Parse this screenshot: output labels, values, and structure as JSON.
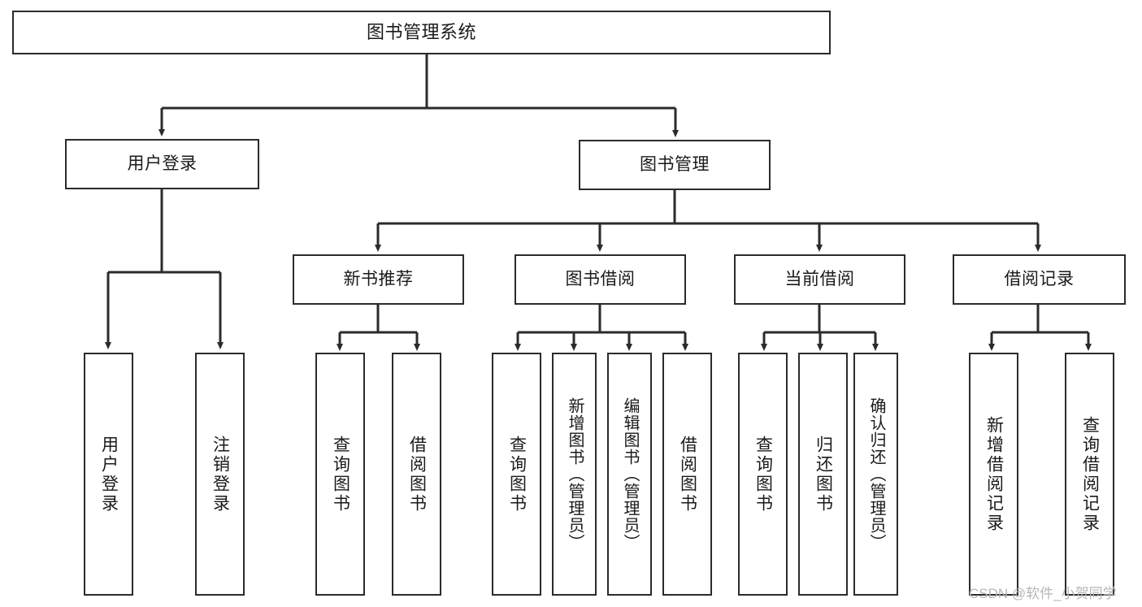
{
  "diagram": {
    "title": "图书管理系统",
    "type": "tree-structure-diagram",
    "orientation": "top-down",
    "colors": {
      "background": "#ffffff",
      "node_border": "#2b2b2b",
      "node_fill": "#ffffff",
      "edge": "#2b2b2b",
      "text": "#1a1a1a",
      "watermark": "#b6b6b6"
    }
  },
  "root": {
    "label": "图书管理系统"
  },
  "tier1": [
    {
      "label": "用户登录"
    },
    {
      "label": "图书管理"
    }
  ],
  "tier2": [
    {
      "label": "新书推荐"
    },
    {
      "label": "图书借阅"
    },
    {
      "label": "当前借阅"
    },
    {
      "label": "借阅记录"
    }
  ],
  "leaves": {
    "user_login": [
      {
        "label": "用户登录"
      },
      {
        "label": "注销登录"
      }
    ],
    "new_book_recommend": [
      {
        "label": "查询图书"
      },
      {
        "label": "借阅图书"
      }
    ],
    "book_borrow": [
      {
        "label": "查询图书"
      },
      {
        "label": "新增图书（管理员）"
      },
      {
        "label": "编辑图书（管理员）"
      },
      {
        "label": "借阅图书"
      }
    ],
    "current_borrow": [
      {
        "label": "查询图书"
      },
      {
        "label": "归还图书"
      },
      {
        "label": "确认归还（管理员）"
      }
    ],
    "borrow_record": [
      {
        "label": "新增借阅记录"
      },
      {
        "label": "查询借阅记录"
      }
    ]
  },
  "watermark": {
    "text": "CSDN @软件_小贺同学"
  }
}
